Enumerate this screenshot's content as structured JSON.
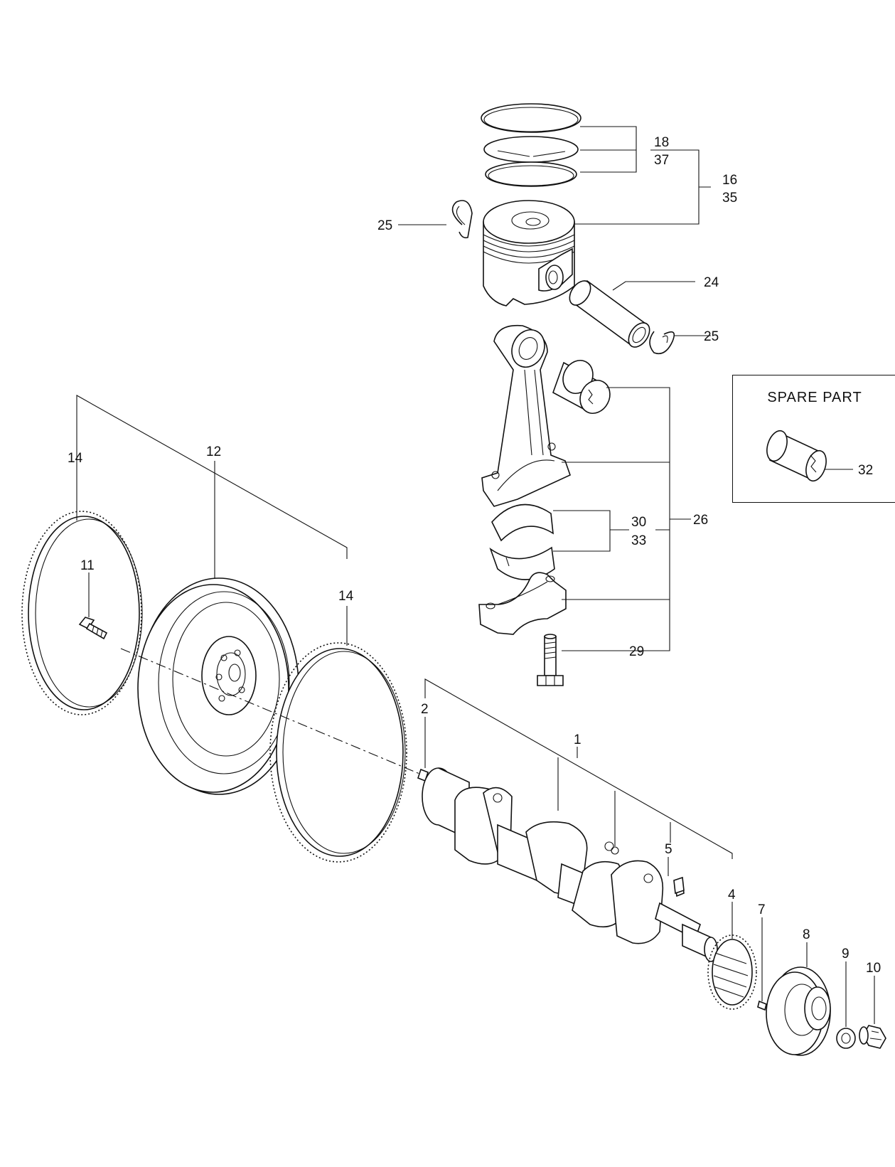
{
  "callouts": {
    "c1": "1",
    "c2": "2",
    "c4": "4",
    "c5": "5",
    "c7": "7",
    "c8": "8",
    "c9": "9",
    "c10": "10",
    "c11": "11",
    "c12": "12",
    "c14a": "14",
    "c14b": "14",
    "c16": "16",
    "c35": "35",
    "c18": "18",
    "c37": "37",
    "c24": "24",
    "c25a": "25",
    "c25b": "25",
    "c26": "26",
    "c29": "29",
    "c30": "30",
    "c33": "33",
    "c32": "32"
  },
  "spare_part": {
    "title": "SPARE  PART"
  }
}
